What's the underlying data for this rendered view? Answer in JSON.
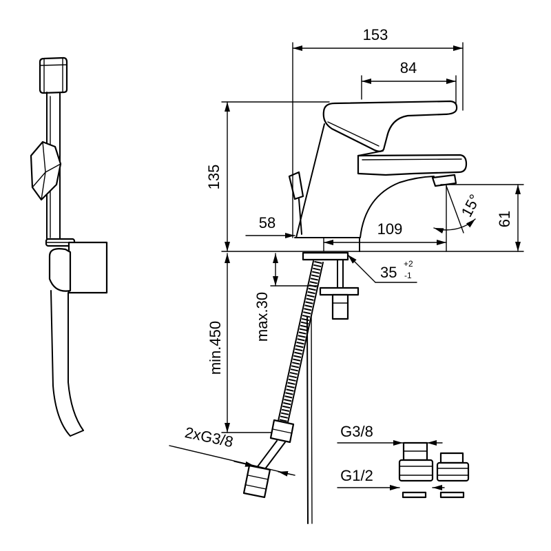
{
  "dimensions": {
    "d153": "153",
    "d84": "84",
    "d135": "135",
    "d58": "58",
    "d109": "109",
    "d61": "61",
    "angle": "15°",
    "d35": "35",
    "d35_upper_tol": "+2",
    "d35_lower_tol": "-1",
    "min_depth": "min.450",
    "max_thickness": "max.30",
    "hose_thread": "2xG3/8"
  },
  "fittings": {
    "thread_small": "G3/8",
    "thread_large": "G1/2"
  }
}
